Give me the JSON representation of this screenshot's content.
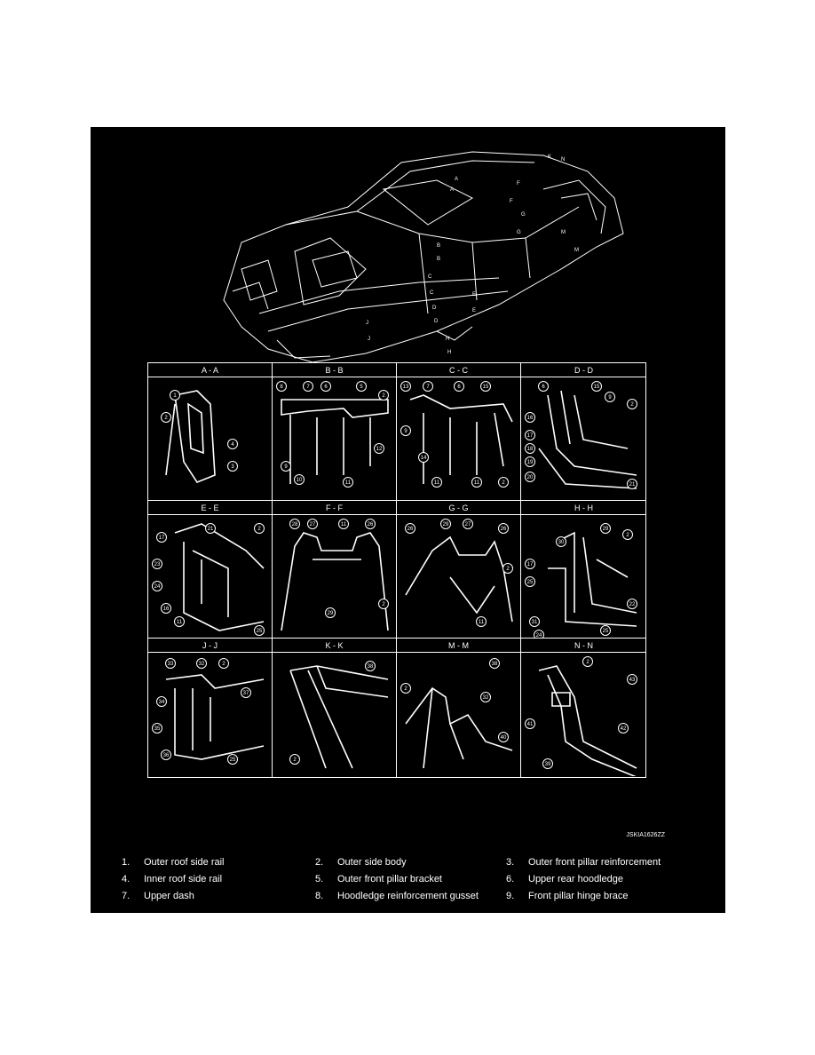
{
  "image_code": "JSKIA1626ZZ",
  "sections": [
    {
      "title": "A - A",
      "callouts": [
        "1",
        "2",
        "4",
        "3"
      ]
    },
    {
      "title": "B - B",
      "callouts": [
        "8",
        "7",
        "6",
        "5",
        "2",
        "12",
        "9",
        "10",
        "11"
      ]
    },
    {
      "title": "C - C",
      "callouts": [
        "13",
        "7",
        "6",
        "15",
        "9",
        "14",
        "11",
        "11",
        "2"
      ]
    },
    {
      "title": "D - D",
      "callouts": [
        "6",
        "15",
        "9",
        "2",
        "16",
        "17",
        "18",
        "19",
        "20",
        "21"
      ]
    },
    {
      "title": "E - E",
      "callouts": [
        "17",
        "21",
        "2",
        "23",
        "24",
        "16",
        "11",
        "25"
      ]
    },
    {
      "title": "F - F",
      "callouts": [
        "28",
        "27",
        "11",
        "26",
        "2",
        "29"
      ]
    },
    {
      "title": "G - G",
      "callouts": [
        "26",
        "29",
        "27",
        "26",
        "2",
        "11"
      ]
    },
    {
      "title": "H - H",
      "callouts": [
        "30",
        "29",
        "2",
        "17",
        "25",
        "22",
        "31",
        "24",
        "25"
      ]
    },
    {
      "title": "J - J",
      "callouts": [
        "33",
        "32",
        "2",
        "34",
        "37",
        "35",
        "36",
        "25"
      ]
    },
    {
      "title": "K - K",
      "callouts": [
        "38",
        "2"
      ]
    },
    {
      "title": "M - M",
      "callouts": [
        "38",
        "2",
        "32",
        "40"
      ]
    },
    {
      "title": "N - N",
      "callouts": [
        "2",
        "43",
        "41",
        "42",
        "39"
      ]
    }
  ],
  "overview_labels": [
    "A",
    "A",
    "B",
    "B",
    "C",
    "C",
    "D",
    "D",
    "E",
    "E",
    "F",
    "F",
    "G",
    "G",
    "H",
    "H",
    "J",
    "J",
    "K",
    "N",
    "M",
    "M"
  ],
  "legend": [
    {
      "num": "1.",
      "text": "Outer roof side rail"
    },
    {
      "num": "2.",
      "text": "Outer side body"
    },
    {
      "num": "3.",
      "text": "Outer front pillar reinforcement"
    },
    {
      "num": "4.",
      "text": "Inner roof side rail"
    },
    {
      "num": "5.",
      "text": "Outer front pillar bracket"
    },
    {
      "num": "6.",
      "text": "Upper rear hoodledge"
    },
    {
      "num": "7.",
      "text": "Upper dash"
    },
    {
      "num": "8.",
      "text": "Hoodledge reinforcement gusset"
    },
    {
      "num": "9.",
      "text": "Front pillar hinge brace"
    }
  ]
}
